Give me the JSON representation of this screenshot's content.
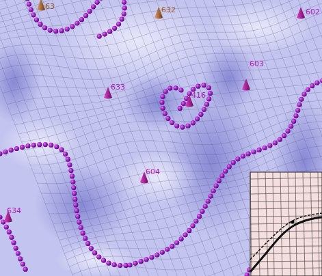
{
  "diagram": {
    "labels": [
      "63",
      "632",
      "602",
      "633",
      "416",
      "603",
      "604",
      "634"
    ]
  }
}
